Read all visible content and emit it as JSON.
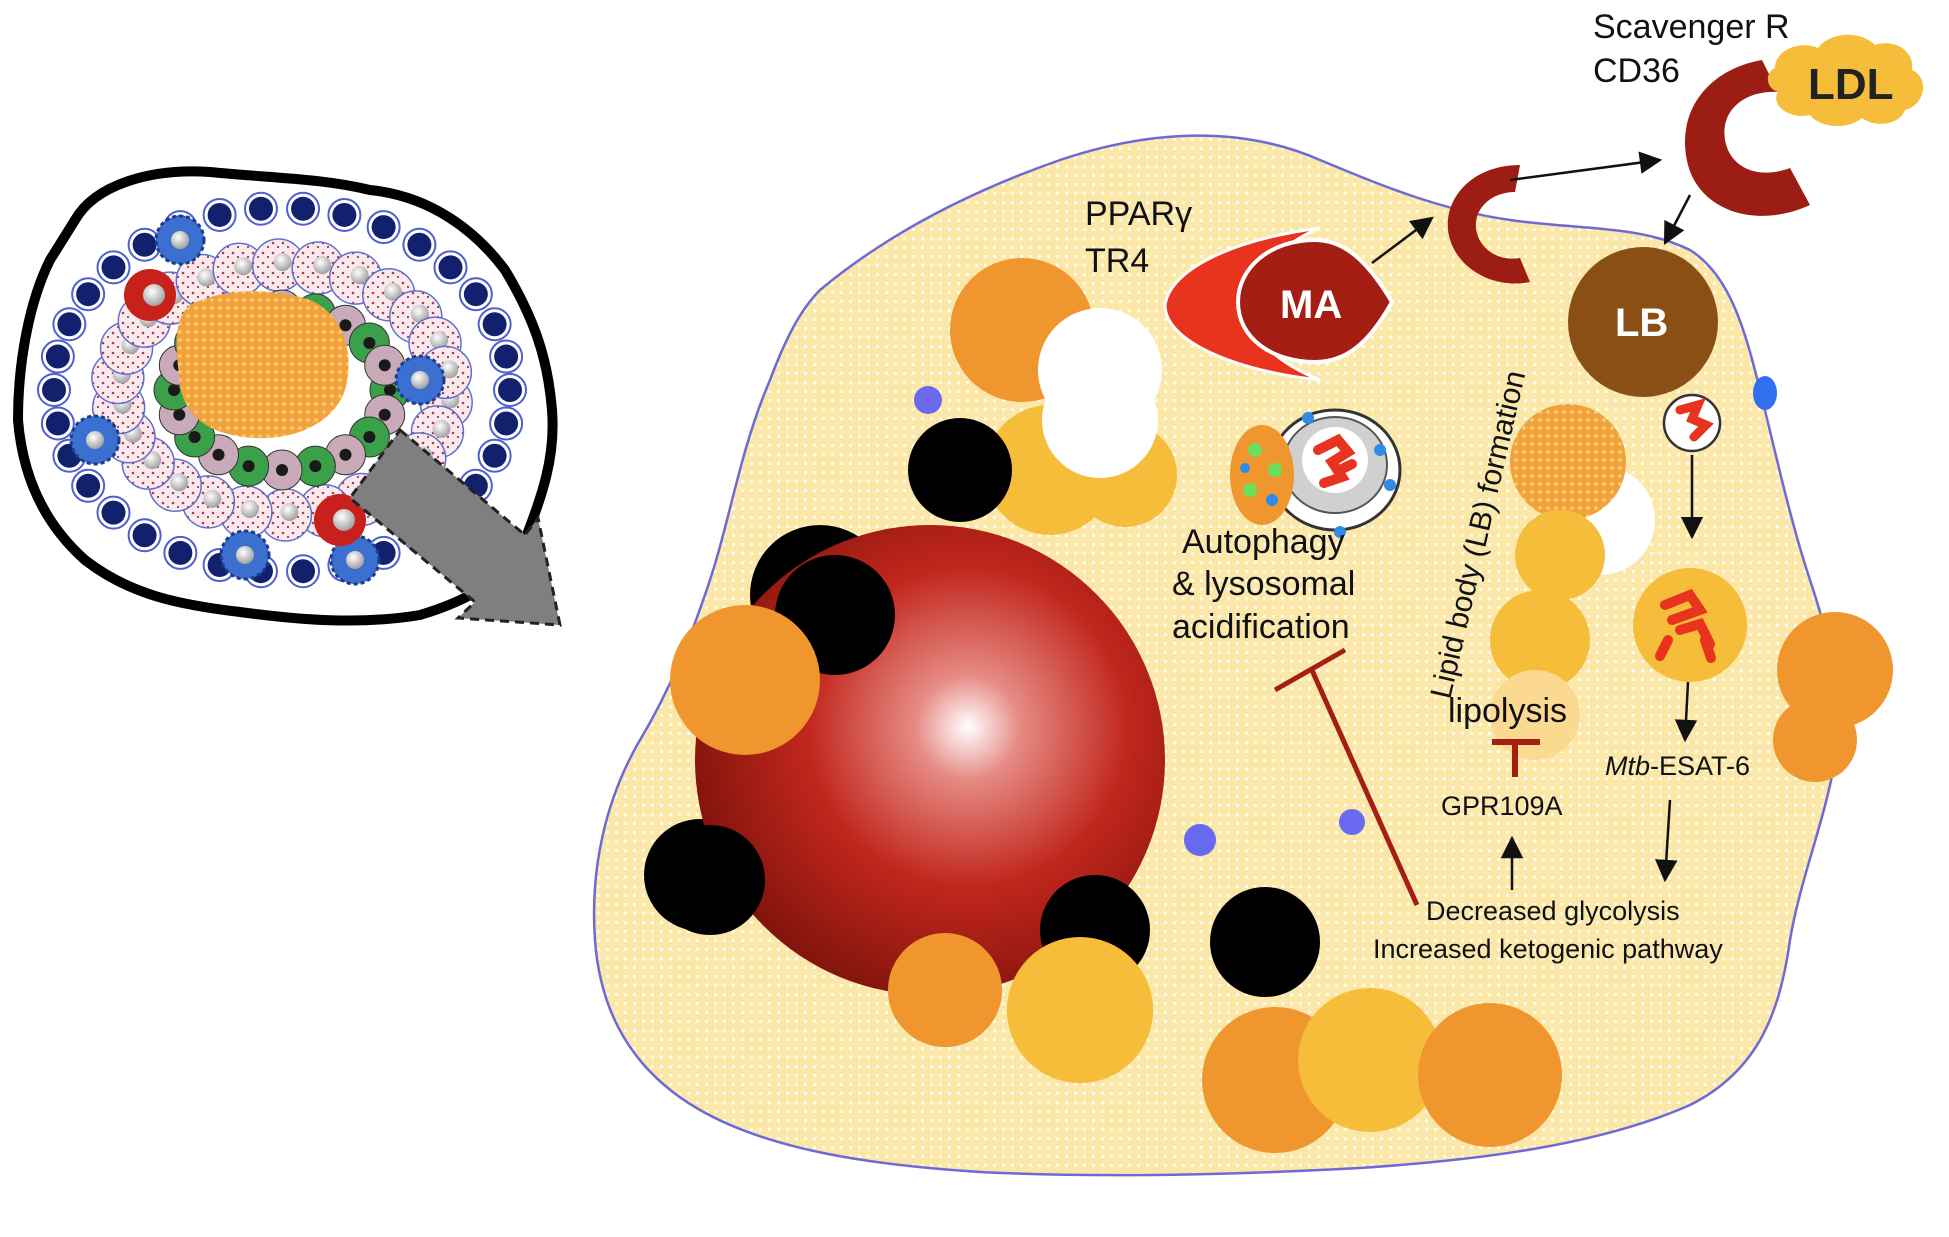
{
  "labels": {
    "scavenger_r": "Scavenger R",
    "cd36": "CD36",
    "ldl": "LDL",
    "pparg": "PPARγ",
    "tr4": "TR4",
    "ma": "MA",
    "lb": "LB",
    "lipid_body_formation": "Lipid body (LB) formation",
    "autophagy": "Autophagy",
    "lysosomal": "& lysosomal",
    "acidification": "acidification",
    "lipolysis": "lipolysis",
    "gpr109a": "GPR109A",
    "mtb": "Mtb",
    "esat6": "-ESAT-6",
    "decreased_glycolysis": "Decreased glycolysis",
    "increased_ketogenic": "Increased ketogenic pathway"
  },
  "colors": {
    "cytoplasm": "#fbe7a8",
    "cell_outline": "#6d6ad8",
    "orange_droplet": "#f0962f",
    "yellow_droplet": "#f5bd3a",
    "dark_red": "#9b1d14",
    "bright_red": "#e8331f",
    "lipid_body": "#8a4f14",
    "inhibition": "#a51e14",
    "blue_vesicle": "#6a6af0",
    "granuloma_nucleus": "#12216e"
  },
  "icons": [
    "magnify-arrow-icon",
    "mycobacterium-icon",
    "inhibition-tbar-icon",
    "activation-arrow-icon"
  ]
}
